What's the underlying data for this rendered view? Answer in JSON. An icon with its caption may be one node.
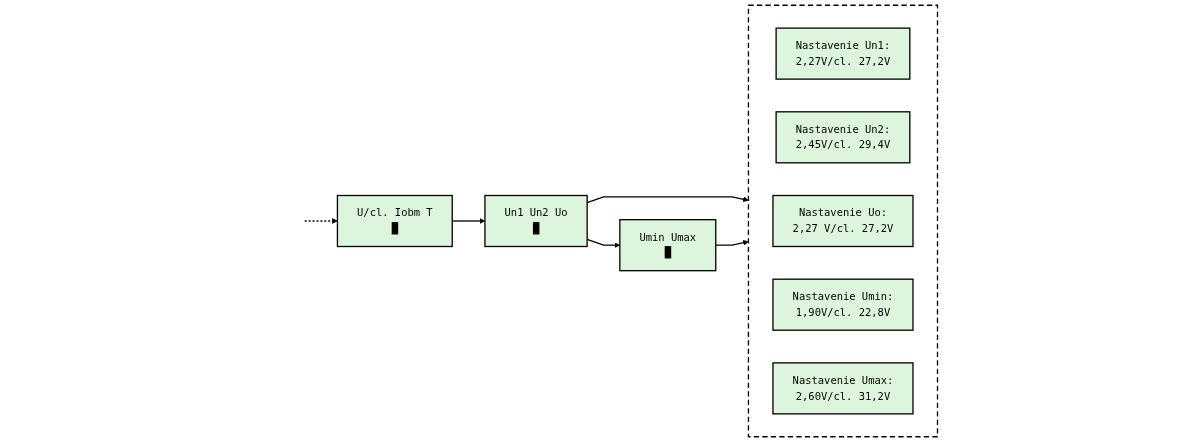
{
  "diagram": {
    "nodes": [
      {
        "text": [
          "U/cl. Iobm T",
          "█"
        ]
      },
      {
        "text": [
          "Un1 Un2 Uo",
          "█"
        ]
      },
      {
        "text": [
          "Umin Umax",
          "█"
        ]
      },
      {
        "text": [],
        "shape": "box"
      },
      {
        "text": [
          "Nastavenie Un1:",
          "2,27V/cl. 27,2V"
        ],
        "in": 3
      },
      {
        "text": [
          "Nastavenie Un2:",
          "2,45V/cl. 29,4V"
        ],
        "in": 3
      },
      {
        "text": [
          "Nastavenie Uo:",
          "2,27 V/cl. 27,2V"
        ],
        "in": 3
      },
      {
        "text": [
          "Nastavenie Umin:",
          "1,90V/cl. 22,8V"
        ],
        "in": 3
      },
      {
        "text": [
          "Nastavenie Umax:",
          "2,60V/cl. 31,2V"
        ],
        "in": 3
      }
    ],
    "edges": [
      {
        "from": null,
        "to": 0,
        "arrow": "to",
        "style": "dashed"
      },
      {
        "from": 0,
        "to": 1,
        "arrow": "to"
      },
      {
        "from": 1,
        "to": 2,
        "arrow": "to"
      },
      {
        "from": 1,
        "to": 3,
        "arrow": "to"
      },
      {
        "from": 2,
        "to": 3,
        "arrow": "to"
      }
    ]
  }
}
